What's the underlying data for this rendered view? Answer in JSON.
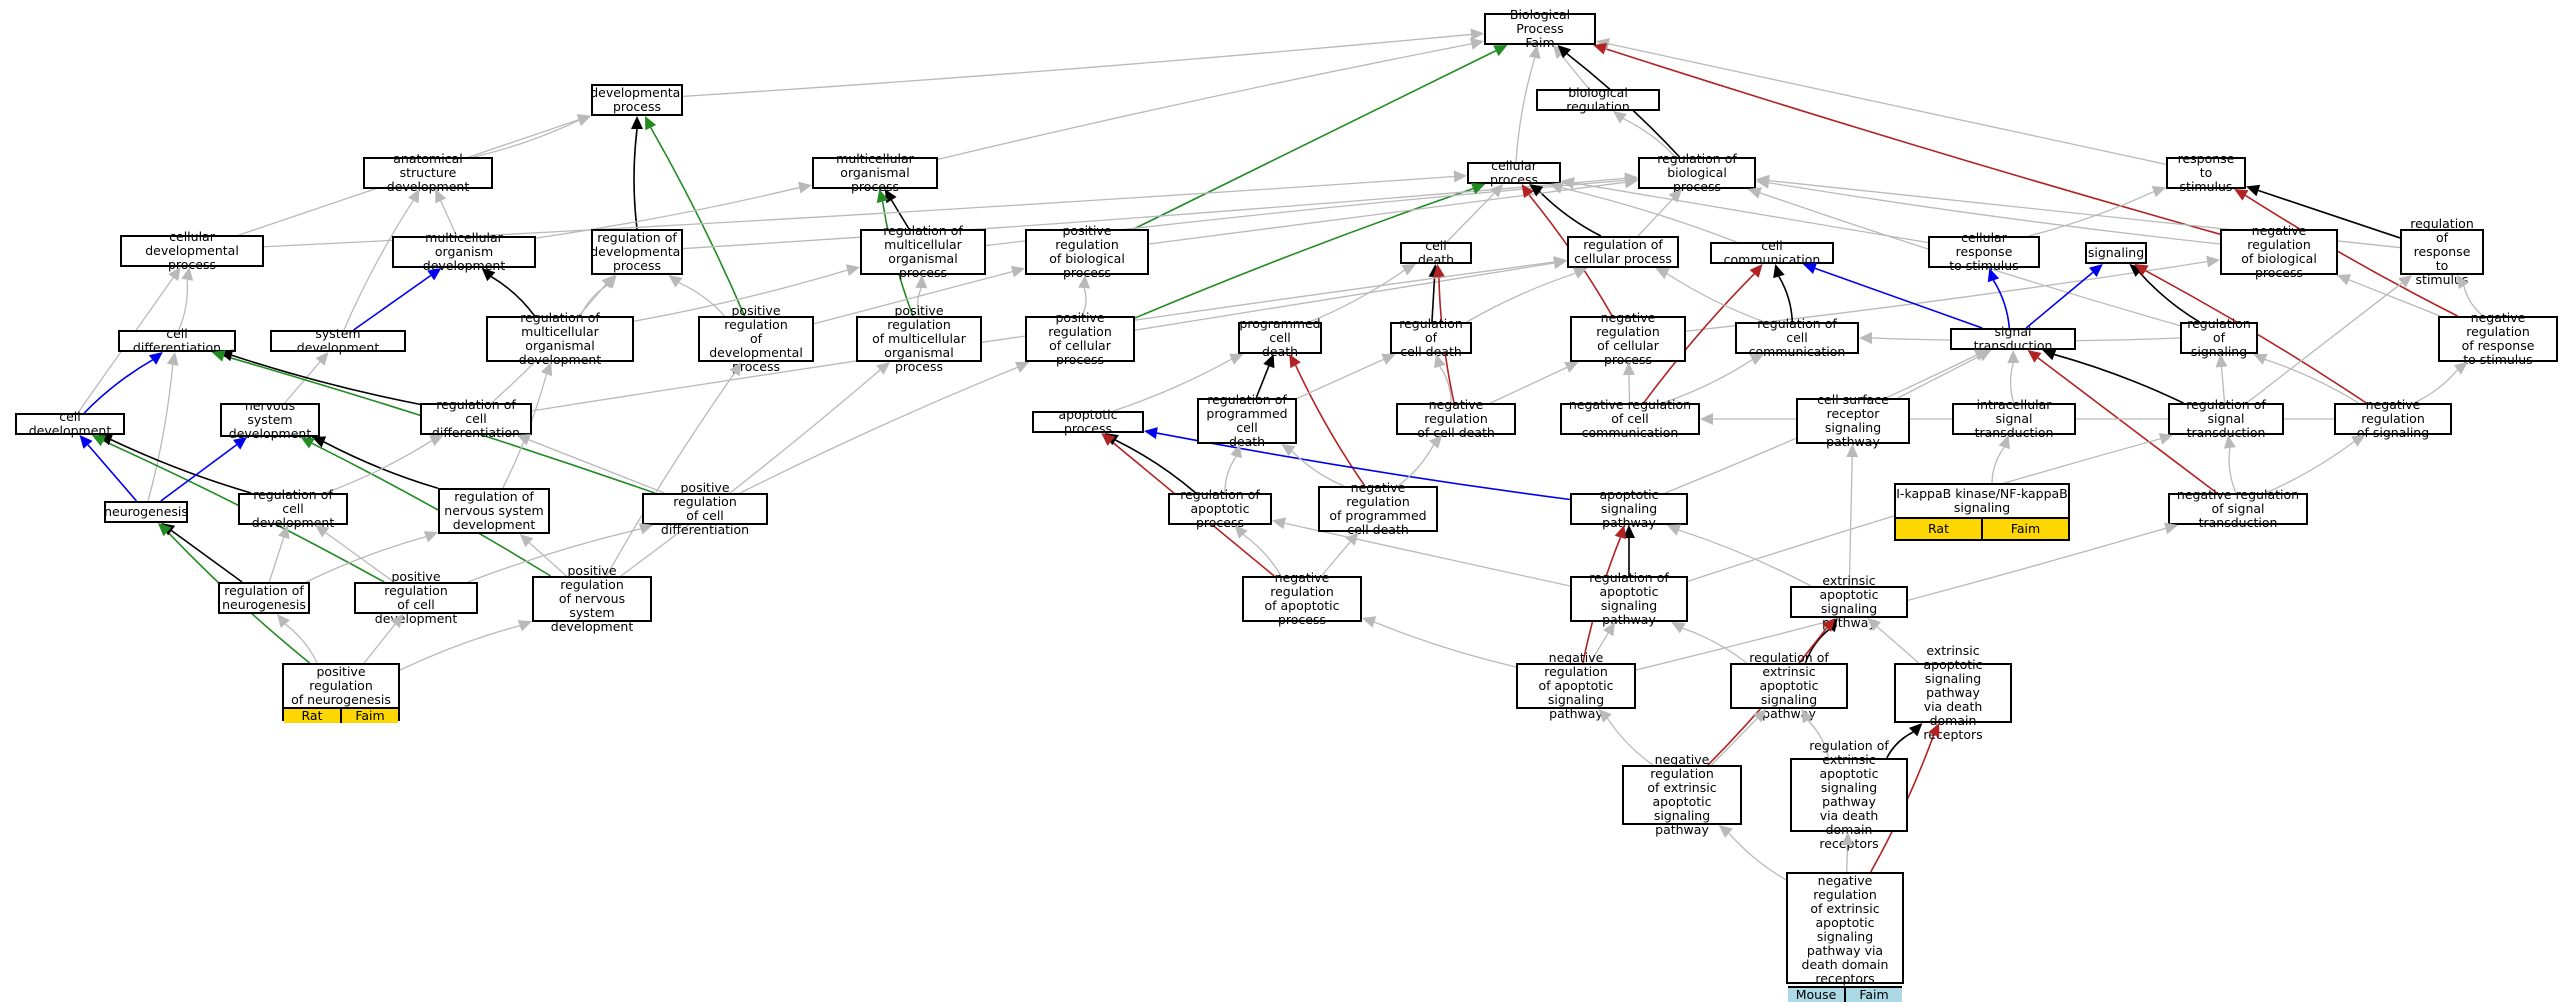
{
  "colors": {
    "is_a": "#b9b9b9",
    "part_of": "#000000",
    "regulates": "#0000ee",
    "positively_regulates": "#228b22",
    "negatively_regulates": "#b22222",
    "annotation_yellow": "#ffd700",
    "annotation_blue": "#add8e6"
  },
  "nodes": {
    "bp": {
      "label": "Biological Process\nFaim"
    },
    "dev": {
      "label": "developmental\nprocess"
    },
    "anat": {
      "label": "anatomical structure\ndevelopment"
    },
    "mcop": {
      "label": "multicellular\norganismal process"
    },
    "cellp": {
      "label": "cellular process"
    },
    "bioreg": {
      "label": "biological regulation"
    },
    "regbp": {
      "label": "regulation of\nbiological process"
    },
    "resp": {
      "label": "response to\nstimulus"
    },
    "celldevp": {
      "label": "cellular developmental\nprocess"
    },
    "mcod": {
      "label": "multicellular\norganism development"
    },
    "regdev": {
      "label": "regulation of\ndevelopmental\nprocess"
    },
    "regmcop": {
      "label": "regulation of\nmulticellular\norganismal process"
    },
    "posregbp": {
      "label": "positive regulation\nof biological\nprocess"
    },
    "celldeath": {
      "label": "cell death"
    },
    "regcellp": {
      "label": "regulation of\ncellular process"
    },
    "cellcomm": {
      "label": "cell communication"
    },
    "cellresp": {
      "label": "cellular response\nto stimulus"
    },
    "signaling": {
      "label": "signaling"
    },
    "negregbp": {
      "label": "negative regulation\nof biological\nprocess"
    },
    "regresp": {
      "label": "regulation of\nresponse to\nstimulus"
    },
    "celldiff": {
      "label": "cell differentiation"
    },
    "sysdev": {
      "label": "system development"
    },
    "regmcod": {
      "label": "regulation of\nmulticellular\norganismal development"
    },
    "posregdev": {
      "label": "positive regulation\nof developmental\nprocess"
    },
    "posregmcop": {
      "label": "positive regulation\nof multicellular\norganismal process"
    },
    "posregcellp": {
      "label": "positive regulation\nof cellular\nprocess"
    },
    "pcd": {
      "label": "programmed cell\ndeath"
    },
    "regcelldeath": {
      "label": "regulation of\ncell death"
    },
    "negregcellp": {
      "label": "negative regulation\nof cellular\nprocess"
    },
    "regcellcomm": {
      "label": "regulation of\ncell communication"
    },
    "sigtrans": {
      "label": "signal transduction"
    },
    "regsig": {
      "label": "regulation of\nsignaling"
    },
    "negregresp": {
      "label": "negative regulation\nof response\nto stimulus"
    },
    "celldevel": {
      "label": "cell development"
    },
    "nsd": {
      "label": "nervous system\ndevelopment"
    },
    "regcelldiff": {
      "label": "regulation of\ncell differentiation"
    },
    "apop": {
      "label": "apoptotic process"
    },
    "regpcd": {
      "label": "regulation of\nprogrammed cell\ndeath"
    },
    "negregcelldeath": {
      "label": "negative regulation\nof cell death"
    },
    "negregcellcomm": {
      "label": "negative regulation\nof cell communication"
    },
    "csrsp": {
      "label": "cell surface\nreceptor signaling\npathway"
    },
    "intrasig": {
      "label": "intracellular\nsignal transduction"
    },
    "regsigtrans": {
      "label": "regulation of\nsignal transduction"
    },
    "negregsig": {
      "label": "negative regulation\nof signaling"
    },
    "neurogen": {
      "label": "neurogenesis"
    },
    "regcelldevel": {
      "label": "regulation of\ncell development"
    },
    "regnsd": {
      "label": "regulation of\nnervous system\ndevelopment"
    },
    "posregcelldiff": {
      "label": "positive regulation\nof cell differentiation"
    },
    "regapop": {
      "label": "regulation of\napoptotic process"
    },
    "negregpcd": {
      "label": "negative regulation\nof programmed\ncell death"
    },
    "apopsig": {
      "label": "apoptotic signaling\npathway"
    },
    "ikb": {
      "label": "I-kappaB kinase/NF-kappaB\nsignaling",
      "tags": [
        "Rat",
        "Faim"
      ]
    },
    "negregsigtrans": {
      "label": "negative regulation\nof signal transduction"
    },
    "regneuro": {
      "label": "regulation of\nneurogenesis"
    },
    "posregcelldevel": {
      "label": "positive regulation\nof cell development"
    },
    "posregnsd": {
      "label": "positive regulation\nof nervous system\ndevelopment"
    },
    "negregapop": {
      "label": "negative regulation\nof apoptotic\nprocess"
    },
    "regapopsig": {
      "label": "regulation of\napoptotic signaling\npathway"
    },
    "extapop": {
      "label": "extrinsic apoptotic\nsignaling pathway"
    },
    "posregneuro": {
      "label": "positive regulation\nof neurogenesis",
      "tags": [
        "Rat",
        "Faim"
      ]
    },
    "negregapopsig": {
      "label": "negative regulation\nof apoptotic\nsignaling pathway"
    },
    "regextapop": {
      "label": "regulation of\nextrinsic apoptotic\nsignaling pathway"
    },
    "extdd": {
      "label": "extrinsic apoptotic\nsignaling pathway\nvia death domain\nreceptors"
    },
    "negregextapop": {
      "label": "negative regulation\nof extrinsic\napoptotic signaling\npathway"
    },
    "regextdd": {
      "label": "regulation of\nextrinsic apoptotic\nsignaling pathway\nvia death domain\nreceptors"
    },
    "negregextdd": {
      "label": "negative regulation\nof extrinsic\napoptotic signaling\npathway via\ndeath domain\nreceptors",
      "tags": [
        "Mouse",
        "Faim"
      ]
    }
  },
  "edges": [
    [
      "dev",
      "bp",
      "is_a"
    ],
    [
      "bioreg",
      "bp",
      "is_a"
    ],
    [
      "cellp",
      "bp",
      "is_a"
    ],
    [
      "regbp",
      "bp",
      "part_of"
    ],
    [
      "resp",
      "bp",
      "is_a"
    ],
    [
      "mcop",
      "bp",
      "is_a"
    ],
    [
      "regbp",
      "bioreg",
      "is_a"
    ],
    [
      "posregbp",
      "bp",
      "positively_regulates"
    ],
    [
      "negregbp",
      "bp",
      "negatively_regulates"
    ],
    [
      "anat",
      "dev",
      "is_a"
    ],
    [
      "celldevp",
      "dev",
      "is_a"
    ],
    [
      "regdev",
      "dev",
      "part_of"
    ],
    [
      "posregdev",
      "dev",
      "positively_regulates"
    ],
    [
      "mcod",
      "anat",
      "is_a"
    ],
    [
      "sysdev",
      "anat",
      "is_a"
    ],
    [
      "mcod",
      "mcop",
      "is_a"
    ],
    [
      "regmcop",
      "mcop",
      "part_of"
    ],
    [
      "posregmcop",
      "mcop",
      "positively_regulates"
    ],
    [
      "celldevp",
      "cellp",
      "is_a"
    ],
    [
      "celldeath",
      "cellp",
      "is_a"
    ],
    [
      "regcellp",
      "cellp",
      "part_of"
    ],
    [
      "cellcomm",
      "cellp",
      "is_a"
    ],
    [
      "cellresp",
      "cellp",
      "is_a"
    ],
    [
      "posregcellp",
      "cellp",
      "positively_regulates"
    ],
    [
      "negregcellp",
      "cellp",
      "negatively_regulates"
    ],
    [
      "regcellp",
      "regbp",
      "is_a"
    ],
    [
      "regmcop",
      "regbp",
      "is_a"
    ],
    [
      "regdev",
      "regbp",
      "is_a"
    ],
    [
      "regresp",
      "regbp",
      "is_a"
    ],
    [
      "regsig",
      "regbp",
      "is_a"
    ],
    [
      "cellresp",
      "resp",
      "is_a"
    ],
    [
      "regresp",
      "resp",
      "part_of"
    ],
    [
      "negregresp",
      "resp",
      "negatively_regulates"
    ],
    [
      "regmcod",
      "mcod",
      "part_of"
    ],
    [
      "sysdev",
      "mcod",
      "regulates"
    ],
    [
      "regmcod",
      "regdev",
      "is_a"
    ],
    [
      "posregdev",
      "regdev",
      "is_a"
    ],
    [
      "posregbp",
      "regbp",
      "is_a"
    ],
    [
      "posregmcop",
      "regmcop",
      "is_a"
    ],
    [
      "posregcellp",
      "posregbp",
      "is_a"
    ],
    [
      "posregcellp",
      "regcellp",
      "is_a"
    ],
    [
      "negregbp",
      "regbp",
      "is_a"
    ],
    [
      "negregcellp",
      "negregbp",
      "is_a"
    ],
    [
      "negregresp",
      "negregbp",
      "is_a"
    ],
    [
      "negregresp",
      "regresp",
      "is_a"
    ],
    [
      "celldiff",
      "celldevp",
      "is_a"
    ],
    [
      "celldevel",
      "celldevp",
      "is_a"
    ],
    [
      "celldevel",
      "celldiff",
      "regulates"
    ],
    [
      "neurogen",
      "celldiff",
      "is_a"
    ],
    [
      "nsd",
      "sysdev",
      "is_a"
    ],
    [
      "regcelldiff",
      "celldiff",
      "part_of"
    ],
    [
      "posregcelldiff",
      "celldiff",
      "positively_regulates"
    ],
    [
      "neurogen",
      "celldevel",
      "regulates"
    ],
    [
      "regcelldevel",
      "celldevel",
      "part_of"
    ],
    [
      "posregcelldevel",
      "celldevel",
      "positively_regulates"
    ],
    [
      "neurogen",
      "nsd",
      "regulates"
    ],
    [
      "regnsd",
      "nsd",
      "part_of"
    ],
    [
      "posregnsd",
      "nsd",
      "positively_regulates"
    ],
    [
      "regneuro",
      "neurogen",
      "part_of"
    ],
    [
      "posregneuro",
      "neurogen",
      "positively_regulates"
    ],
    [
      "pcd",
      "celldeath",
      "is_a"
    ],
    [
      "regcelldeath",
      "celldeath",
      "part_of"
    ],
    [
      "negregcelldeath",
      "celldeath",
      "negatively_regulates"
    ],
    [
      "apop",
      "pcd",
      "is_a"
    ],
    [
      "regpcd",
      "pcd",
      "part_of"
    ],
    [
      "negregpcd",
      "pcd",
      "negatively_regulates"
    ],
    [
      "regapop",
      "apop",
      "part_of"
    ],
    [
      "negregapop",
      "apop",
      "negatively_regulates"
    ],
    [
      "apopsig",
      "apop",
      "regulates"
    ],
    [
      "regcellcomm",
      "cellcomm",
      "part_of"
    ],
    [
      "sigtrans",
      "cellcomm",
      "regulates"
    ],
    [
      "negregcellcomm",
      "cellcomm",
      "negatively_regulates"
    ],
    [
      "sigtrans",
      "cellresp",
      "regulates"
    ],
    [
      "sigtrans",
      "signaling",
      "regulates"
    ],
    [
      "regsig",
      "signaling",
      "part_of"
    ],
    [
      "negregsig",
      "signaling",
      "negatively_regulates"
    ],
    [
      "csrsp",
      "sigtrans",
      "is_a"
    ],
    [
      "intrasig",
      "sigtrans",
      "is_a"
    ],
    [
      "regsigtrans",
      "sigtrans",
      "part_of"
    ],
    [
      "negregsigtrans",
      "sigtrans",
      "negatively_regulates"
    ],
    [
      "ikb",
      "intrasig",
      "is_a"
    ],
    [
      "apopsig",
      "sigtrans",
      "is_a"
    ],
    [
      "regapopsig",
      "apopsig",
      "part_of"
    ],
    [
      "negregapopsig",
      "apopsig",
      "negatively_regulates"
    ],
    [
      "extapop",
      "apopsig",
      "is_a"
    ],
    [
      "extapop",
      "csrsp",
      "is_a"
    ],
    [
      "regextapop",
      "extapop",
      "part_of"
    ],
    [
      "negregextapop",
      "extapop",
      "negatively_regulates"
    ],
    [
      "extdd",
      "extapop",
      "is_a"
    ],
    [
      "regextdd",
      "extdd",
      "part_of"
    ],
    [
      "negregextdd",
      "extdd",
      "negatively_regulates"
    ],
    [
      "negregextdd",
      "regextdd",
      "is_a"
    ],
    [
      "negregextdd",
      "negregextapop",
      "is_a"
    ],
    [
      "regextdd",
      "regextapop",
      "is_a"
    ],
    [
      "negregextapop",
      "regextapop",
      "is_a"
    ],
    [
      "negregextapop",
      "negregapopsig",
      "is_a"
    ],
    [
      "regextapop",
      "regapopsig",
      "is_a"
    ],
    [
      "negregapopsig",
      "regapopsig",
      "is_a"
    ],
    [
      "negregapopsig",
      "negregapop",
      "is_a"
    ],
    [
      "negregapop",
      "regapop",
      "is_a"
    ],
    [
      "negregapop",
      "negregpcd",
      "is_a"
    ],
    [
      "negregpcd",
      "regpcd",
      "is_a"
    ],
    [
      "negregpcd",
      "negregcelldeath",
      "is_a"
    ],
    [
      "regpcd",
      "regcelldeath",
      "is_a"
    ],
    [
      "regapop",
      "regpcd",
      "is_a"
    ],
    [
      "negregcelldeath",
      "regcelldeath",
      "is_a"
    ],
    [
      "negregcelldeath",
      "negregcellp",
      "is_a"
    ],
    [
      "regcelldeath",
      "regcellp",
      "is_a"
    ],
    [
      "negregcellcomm",
      "regcellcomm",
      "is_a"
    ],
    [
      "negregcellcomm",
      "negregcellp",
      "is_a"
    ],
    [
      "regcellcomm",
      "regcellp",
      "is_a"
    ],
    [
      "negregsig",
      "regsig",
      "is_a"
    ],
    [
      "negregsig",
      "negregcellcomm",
      "is_a"
    ],
    [
      "regsig",
      "regcellcomm",
      "is_a"
    ],
    [
      "negregsig",
      "negregresp",
      "is_a"
    ],
    [
      "regsigtrans",
      "regsig",
      "is_a"
    ],
    [
      "negregsigtrans",
      "regsigtrans",
      "is_a"
    ],
    [
      "negregsigtrans",
      "negregsig",
      "is_a"
    ],
    [
      "regsigtrans",
      "regresp",
      "is_a"
    ],
    [
      "regapopsig",
      "regsigtrans",
      "is_a"
    ],
    [
      "negregapopsig",
      "negregsigtrans",
      "is_a"
    ],
    [
      "regapopsig",
      "regapop",
      "is_a"
    ],
    [
      "regcelldiff",
      "regcellp",
      "is_a"
    ],
    [
      "regcelldiff",
      "regdev",
      "is_a"
    ],
    [
      "posregcelldiff",
      "regcelldiff",
      "is_a"
    ],
    [
      "posregcelldiff",
      "posregcellp",
      "is_a"
    ],
    [
      "regcelldevel",
      "regcelldiff",
      "is_a"
    ],
    [
      "posregcelldevel",
      "regcelldevel",
      "is_a"
    ],
    [
      "posregcelldevel",
      "posregcelldiff",
      "is_a"
    ],
    [
      "regnsd",
      "regmcod",
      "is_a"
    ],
    [
      "posregnsd",
      "regnsd",
      "is_a"
    ],
    [
      "posregnsd",
      "posregdev",
      "is_a"
    ],
    [
      "posregnsd",
      "posregmcop",
      "is_a"
    ],
    [
      "regneuro",
      "regcelldevel",
      "is_a"
    ],
    [
      "regneuro",
      "regnsd",
      "is_a"
    ],
    [
      "posregneuro",
      "regneuro",
      "is_a"
    ],
    [
      "posregneuro",
      "posregcelldevel",
      "is_a"
    ],
    [
      "posregneuro",
      "posregnsd",
      "is_a"
    ],
    [
      "regmcod",
      "regmcop",
      "is_a"
    ],
    [
      "posregdev",
      "posregbp",
      "is_a"
    ]
  ]
}
